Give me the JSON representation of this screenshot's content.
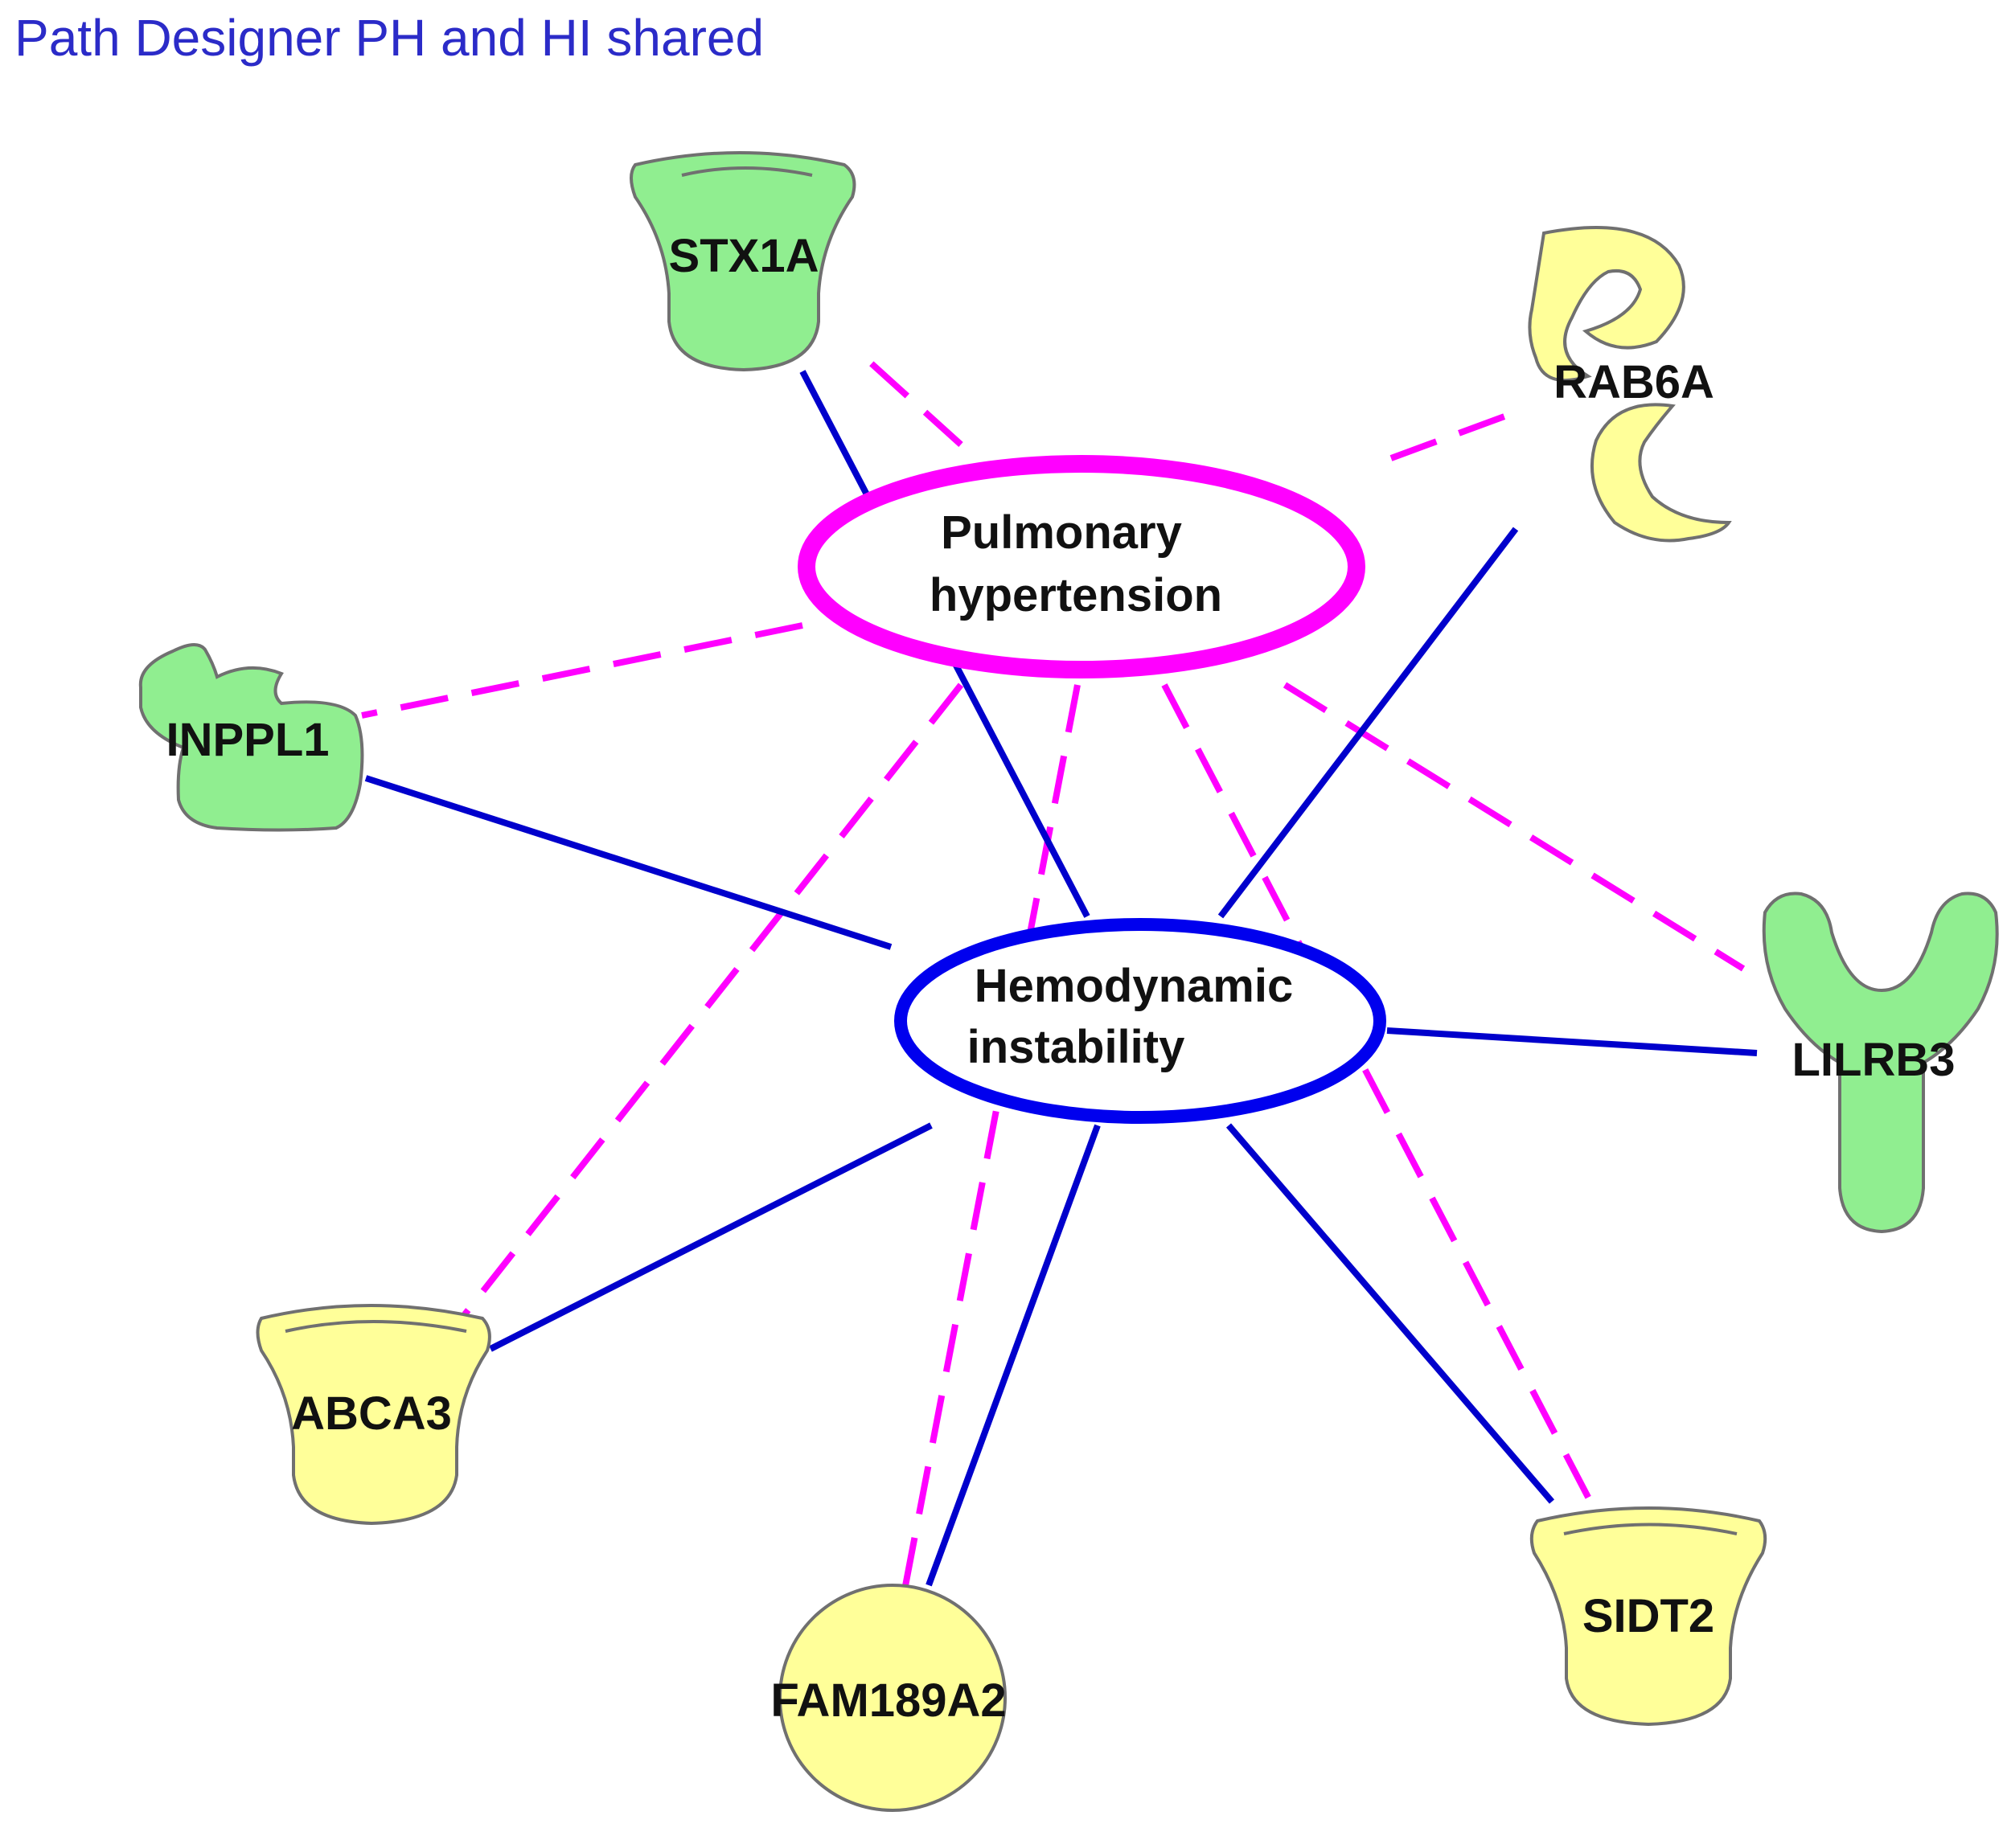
{
  "title": "Path Designer PH and HI shared",
  "colors": {
    "ph_edge": "#ff00ff",
    "hi_edge": "#0000cc",
    "green_node": "#90ee90",
    "yellow_node": "#ffff99",
    "node_outline": "#707070",
    "title": "#2b2bc8"
  },
  "hubs": {
    "ph": {
      "line1": "Pulmonary",
      "line2": "hypertension"
    },
    "hi": {
      "line1": "Hemodynamic",
      "line2": "instability"
    }
  },
  "genes": {
    "stx1a": {
      "label": "STX1A",
      "shape": "cup-icon",
      "color": "green"
    },
    "rab6a": {
      "label": "RAB6A",
      "shape": "crescent-icon",
      "color": "yellow"
    },
    "inppl1": {
      "label": "INPPL1",
      "shape": "enzyme-icon",
      "color": "green"
    },
    "lilrb3": {
      "label": "LILRB3",
      "shape": "receptor-icon",
      "color": "green"
    },
    "abca3": {
      "label": "ABCA3",
      "shape": "cup-icon",
      "color": "yellow"
    },
    "fam189a2": {
      "label": "FAM189A2",
      "shape": "circle-icon",
      "color": "yellow"
    },
    "sidt2": {
      "label": "SIDT2",
      "shape": "cup-icon",
      "color": "yellow"
    }
  },
  "edges": {
    "ph": [
      "stx1a",
      "rab6a",
      "inppl1",
      "lilrb3",
      "abca3",
      "fam189a2",
      "sidt2"
    ],
    "hi": [
      "stx1a",
      "rab6a",
      "inppl1",
      "lilrb3",
      "abca3",
      "fam189a2",
      "sidt2"
    ]
  }
}
